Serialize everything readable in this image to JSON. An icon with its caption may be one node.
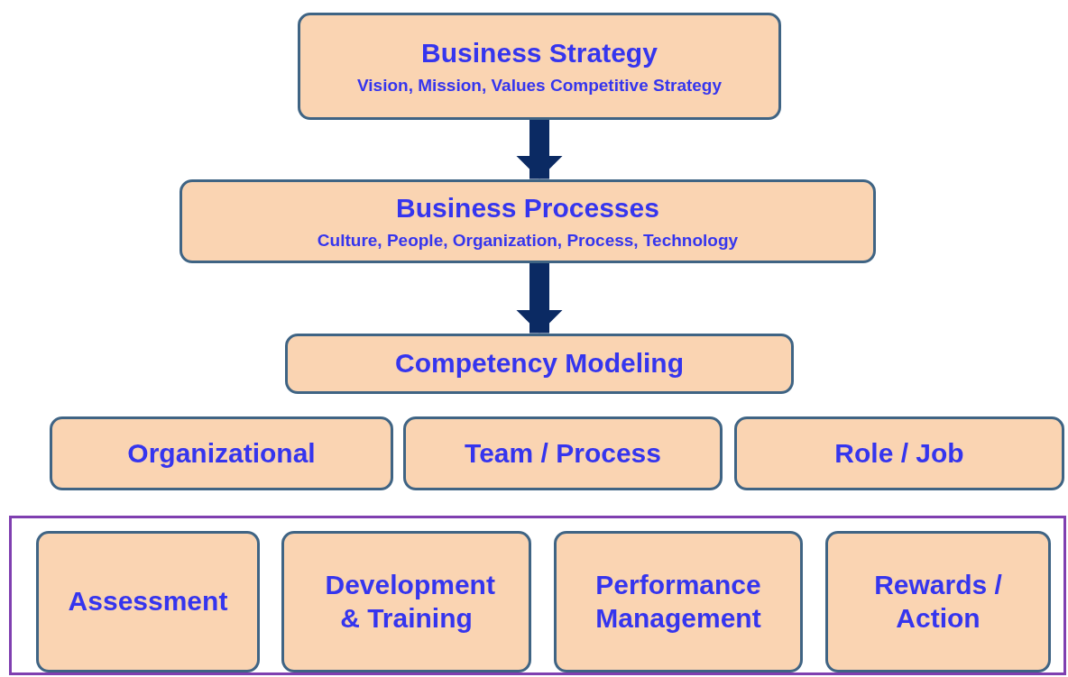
{
  "diagram": {
    "nodes": [
      {
        "text": [
          "Business Strategy",
          "Vision, Mission, Values  Competitive Strategy"
        ]
      },
      {
        "text": [
          "Business Processes",
          "Culture, People, Organization, Process, Technology"
        ]
      },
      {
        "text": [
          "Competency Modeling"
        ]
      },
      {
        "text": [
          "Organizational"
        ]
      },
      {
        "text": [
          "Team / Process"
        ]
      },
      {
        "text": [
          "Role / Job"
        ]
      },
      {
        "text": [],
        "shape": "box"
      },
      {
        "text": [
          "Assessment"
        ],
        "in": 6
      },
      {
        "text": [
          "Development & Training"
        ],
        "in": 6
      },
      {
        "text": [
          "Performance Management"
        ],
        "in": 6
      },
      {
        "text": [
          "Rewards / Action"
        ],
        "in": 6
      }
    ],
    "edges": [
      {
        "from": 0,
        "to": 1,
        "arrow": "to"
      },
      {
        "from": 1,
        "to": 2,
        "arrow": "to"
      }
    ]
  }
}
